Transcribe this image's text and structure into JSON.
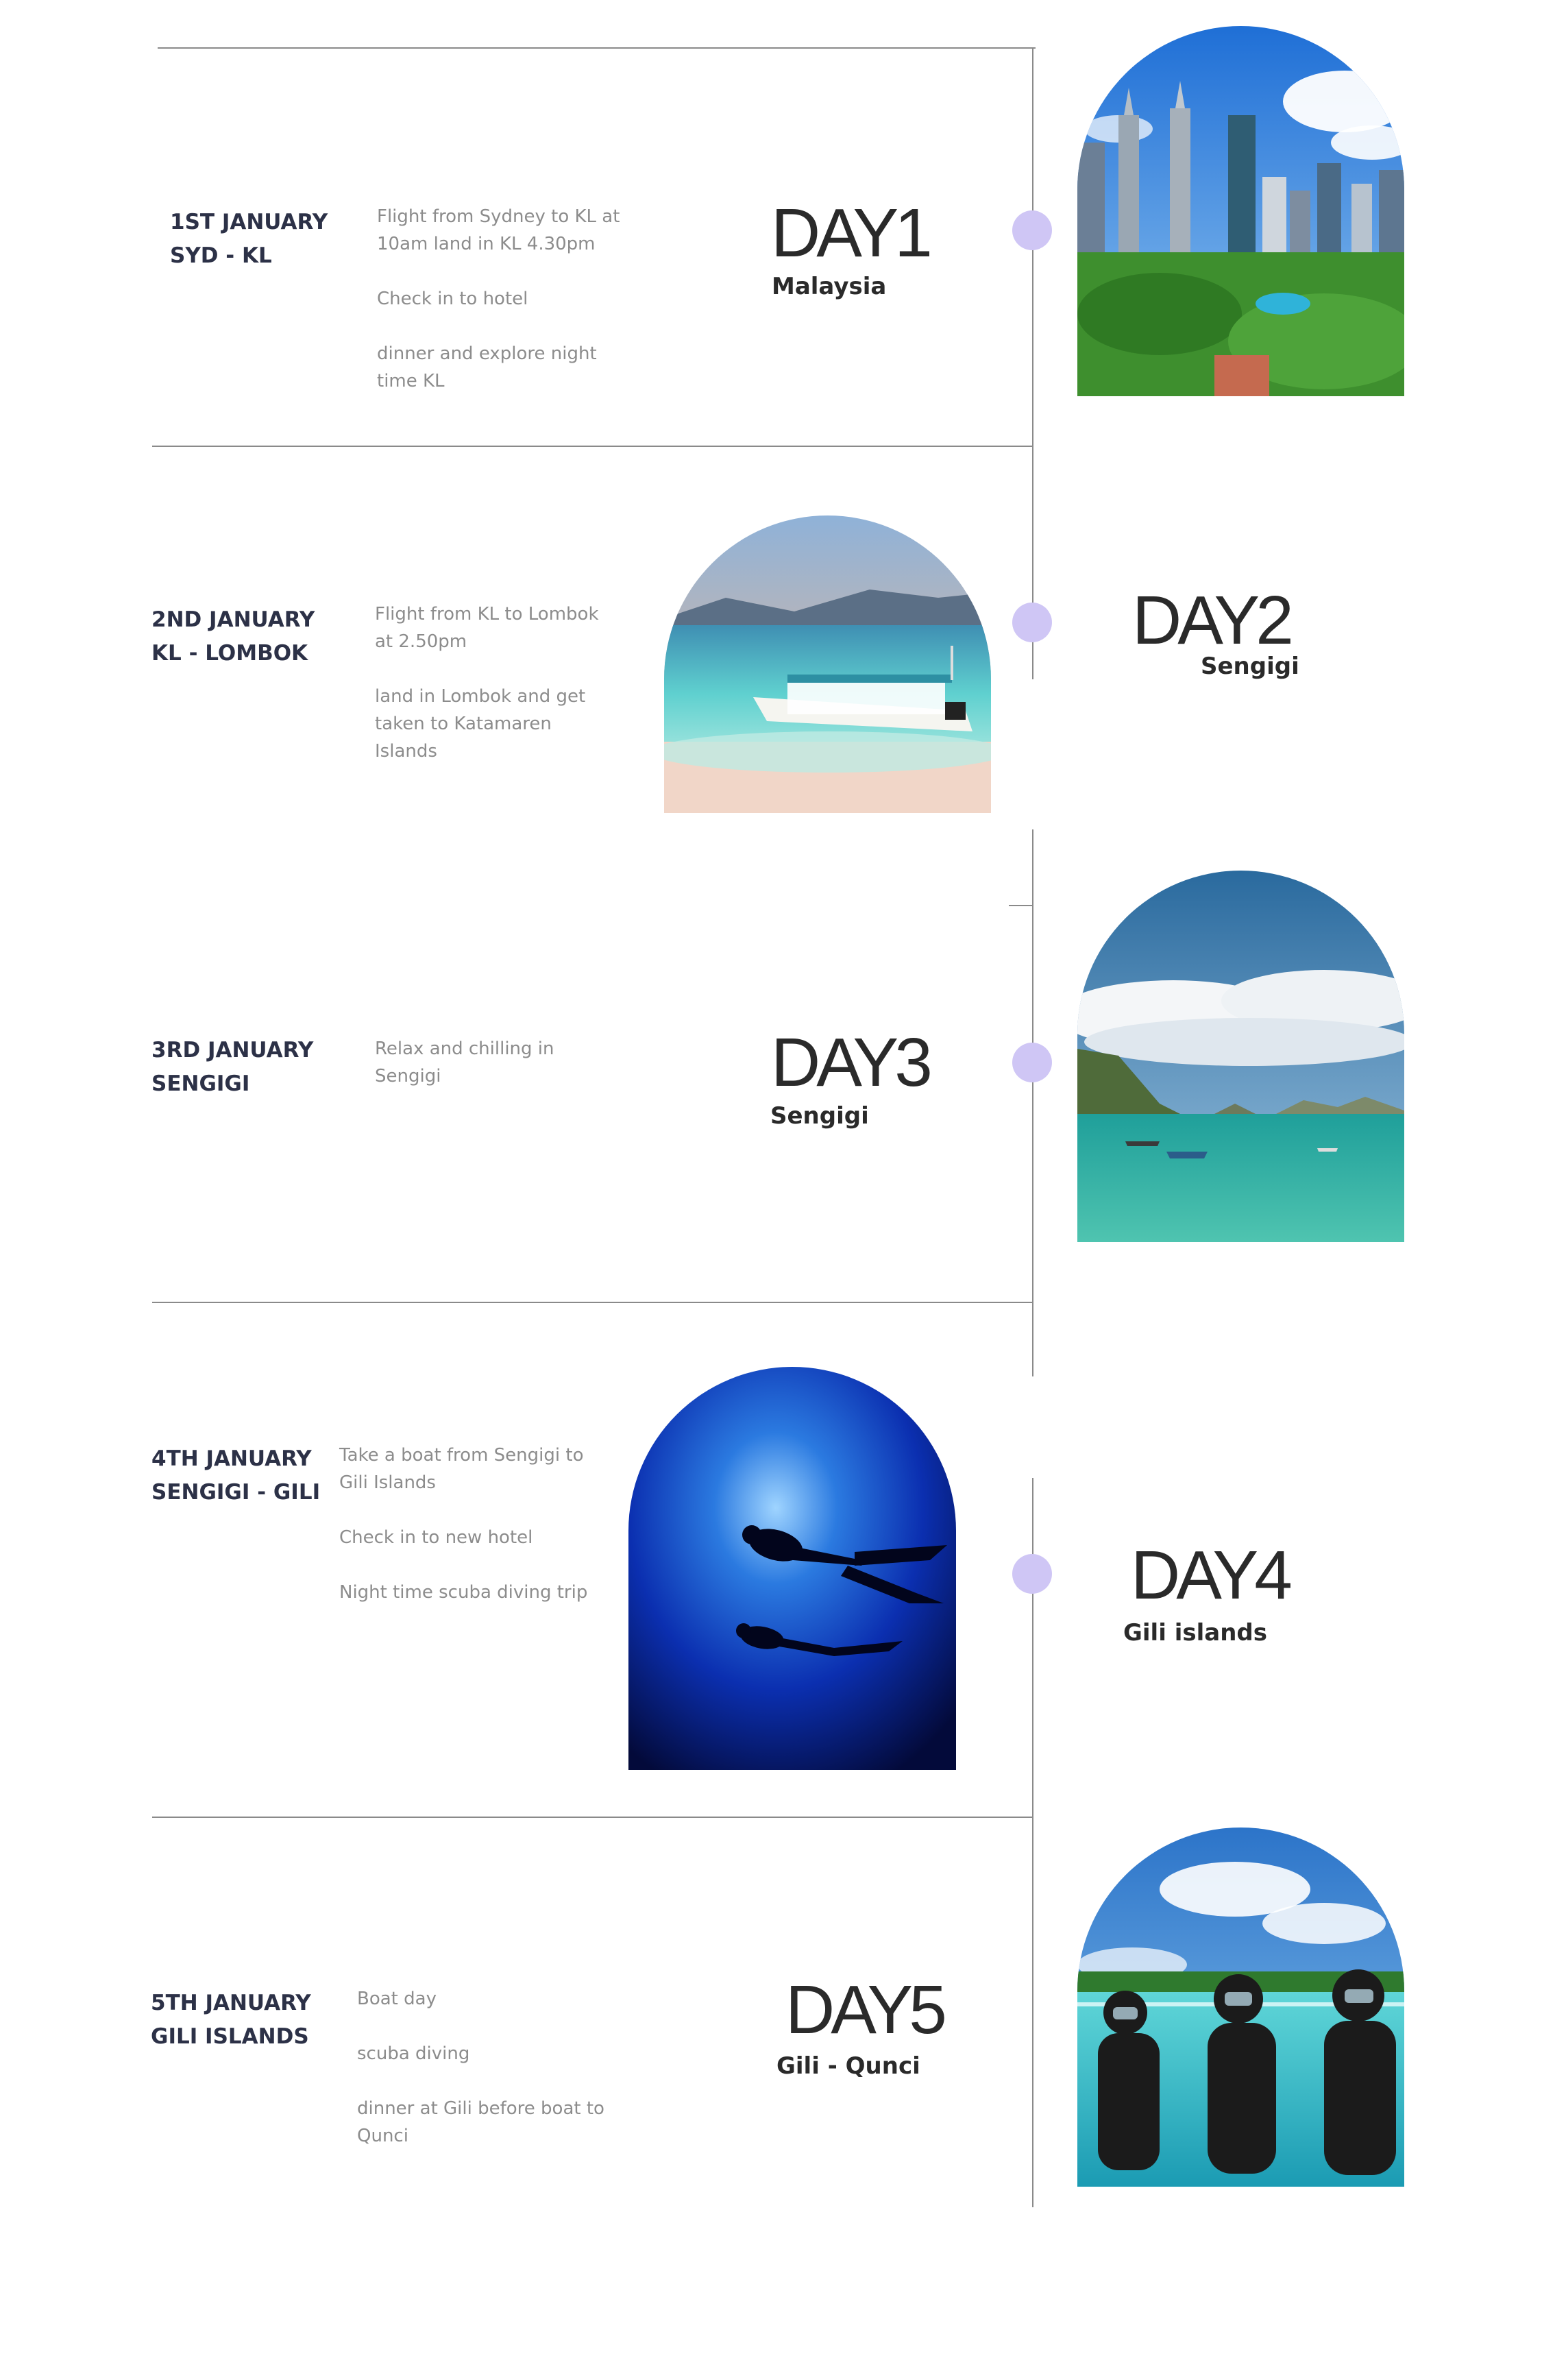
{
  "days": [
    {
      "date_line1": "1ST JANUARY",
      "date_line2": "SYD - KL",
      "notes": [
        "Flight from Sydney to KL at 10am land in KL 4.30pm",
        "Check in to hotel",
        "dinner and explore night time KL"
      ],
      "day": "DAY1",
      "place": "Malaysia",
      "image": "kuala-lumpur-skyline-photo"
    },
    {
      "date_line1": "2ND JANUARY",
      "date_line2": "KL - LOMBOK",
      "notes": [
        "Flight from KL to Lombok at 2.50pm",
        "land in Lombok and get taken to Katamaren Islands"
      ],
      "day": "DAY2",
      "place": "Sengigi",
      "image": "boat-on-beach-photo"
    },
    {
      "date_line1": "3RD JANUARY",
      "date_line2": "SENGIGI",
      "notes": [
        "Relax and chilling in Sengigi"
      ],
      "day": "DAY3",
      "place": "Sengigi",
      "image": "tropical-bay-photo"
    },
    {
      "date_line1": "4TH JANUARY",
      "date_line2": "SENGIGI - GILI",
      "notes": [
        "Take a boat from Sengigi to Gili Islands",
        "Check in to new hotel",
        "Night time scuba diving trip"
      ],
      "day": "DAY4",
      "place": "Gili islands",
      "image": "scuba-divers-silhouette-photo"
    },
    {
      "date_line1": "5TH JANUARY",
      "date_line2": "GILI ISLANDS",
      "notes": [
        "Boat day",
        "scuba diving",
        "dinner at Gili  before boat to Qunci"
      ],
      "day": "DAY5",
      "place": "Gili - Qunci",
      "image": "divers-at-surface-photo"
    }
  ],
  "colors": {
    "timeline_dot": "#cfc6f5",
    "date_text": "#2c3147",
    "note_text": "#8c8c8c",
    "heading_text": "#2a2a2a"
  }
}
